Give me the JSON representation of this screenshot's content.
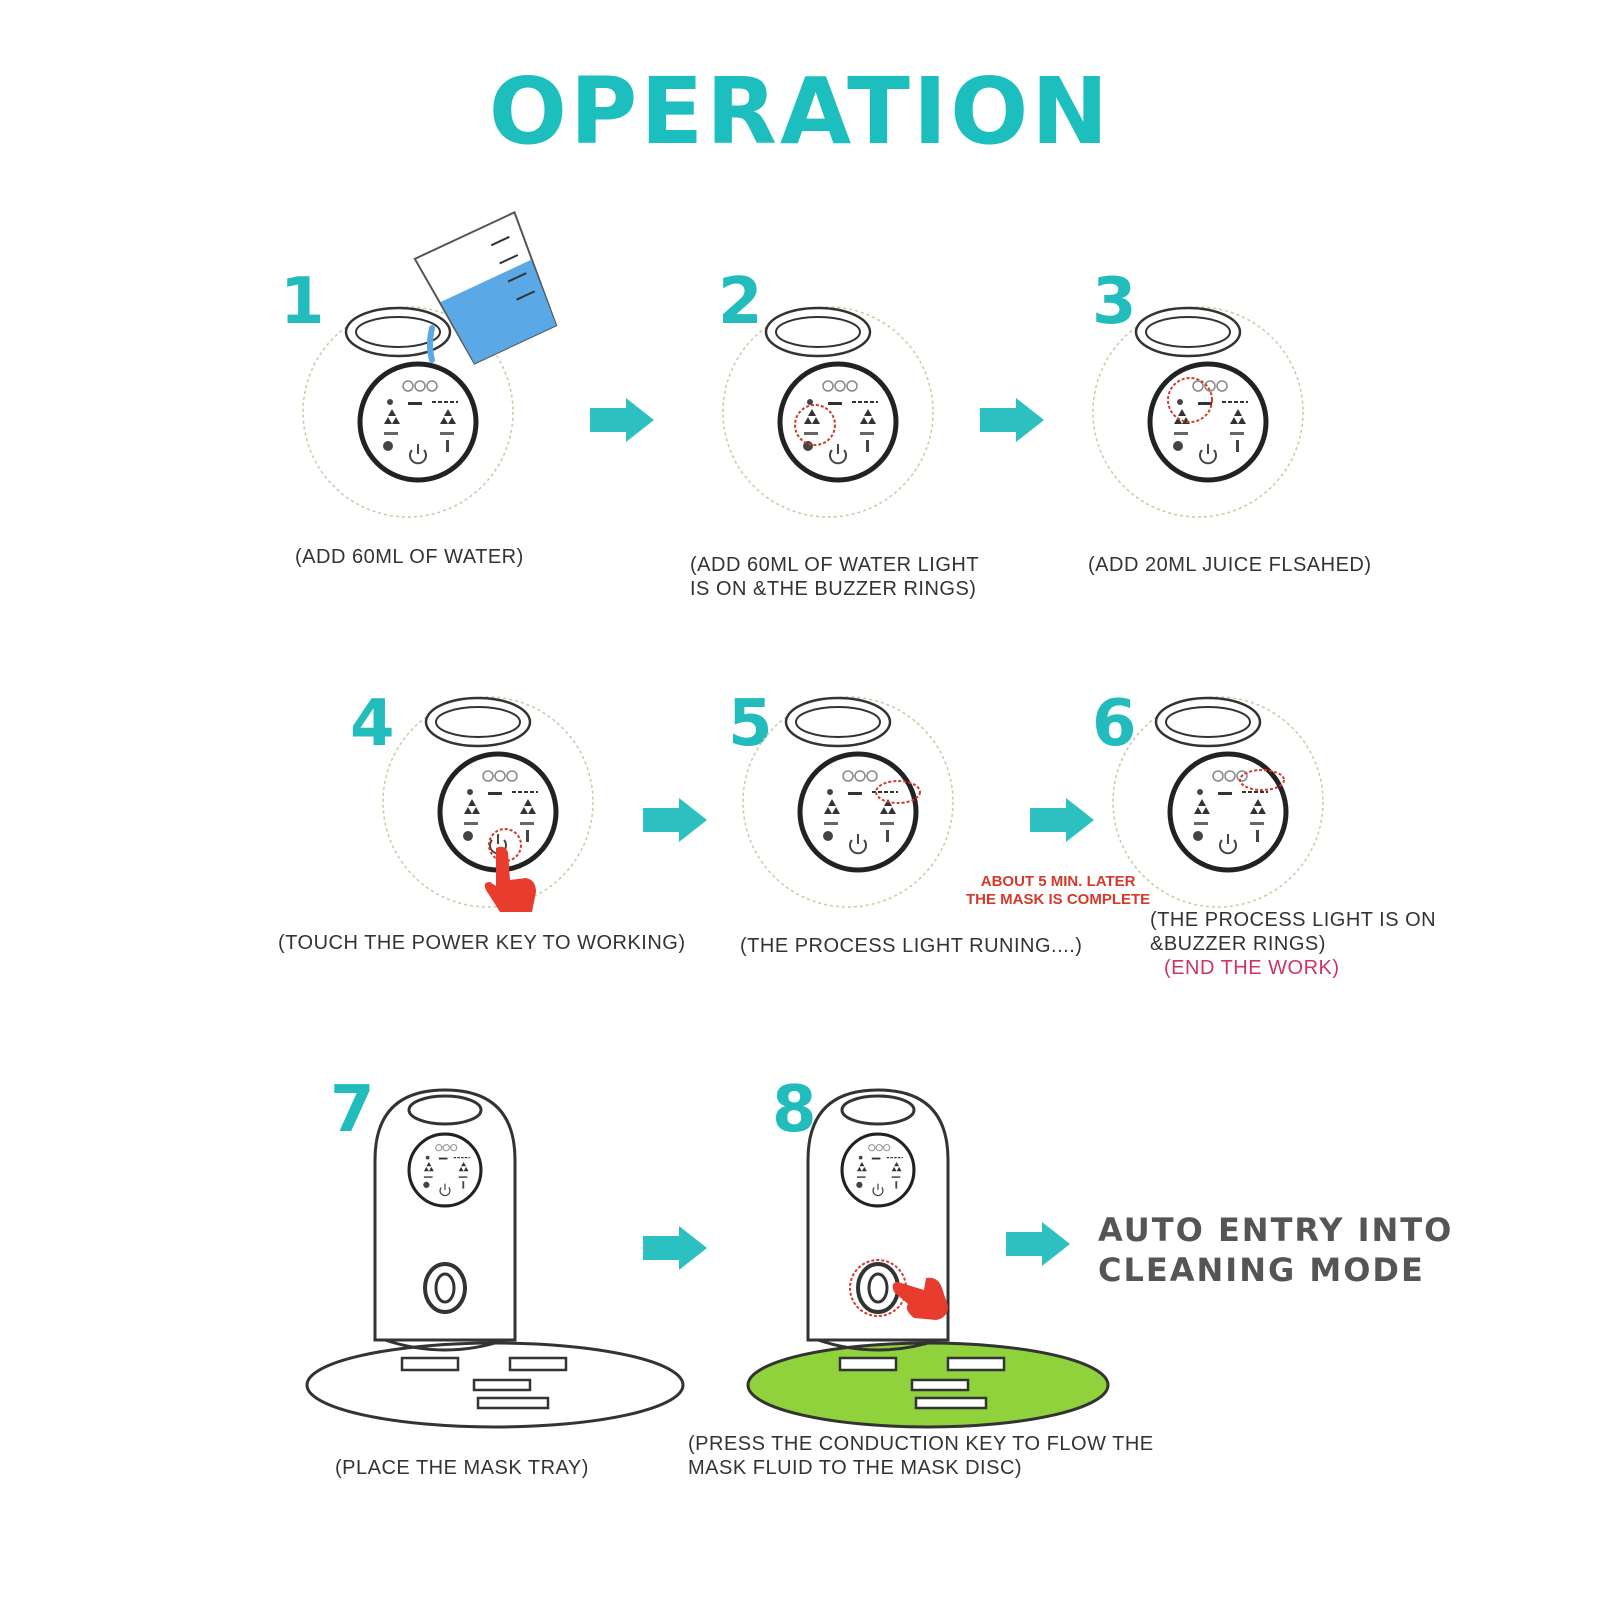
{
  "title": "OPERATION",
  "steps": [
    {
      "number": "1",
      "caption": "(ADD 60ML OF  WATER)"
    },
    {
      "number": "2",
      "caption_lines": [
        "(ADD 60ML OF WATER LIGHT",
        " IS ON &THE BUZZER  RINGS)"
      ]
    },
    {
      "number": "3",
      "caption": "(ADD 20ML JUICE FLSAHED)"
    },
    {
      "number": "4",
      "caption": "(TOUCH THE POWER KEY TO WORKING)"
    },
    {
      "number": "5",
      "caption": "(THE PROCESS  LIGHT RUNING....)"
    },
    {
      "number": "6",
      "caption_lines": [
        "(THE PROCESS  LIGHT IS ON",
        "&BUZZER RINGS)"
      ],
      "caption_end": "(END THE WORK)"
    },
    {
      "number": "7",
      "caption": "(PLACE THE MASK TRAY)"
    },
    {
      "number": "8",
      "caption_lines": [
        "(PRESS THE CONDUCTION KEY TO FLOW THE",
        "MASK FLUID TO THE MASK DISC)"
      ]
    }
  ],
  "note_5_6": [
    "ABOUT 5 MIN.  LATER",
    "THE MASK IS COMPLETE"
  ],
  "final_text": [
    "AUTO ENTRY INTO",
    "CLEANING  MODE"
  ],
  "colors": {
    "title": "#1cbfbd",
    "step_number": "#22bcbc",
    "arrow": "#2cc0c0",
    "highlight": "#d33a2c",
    "end_text": "#cc3366",
    "mask_fluid": "#8fd23c",
    "water": "#5aa9e6"
  },
  "icons": [
    "arrow-right-icon",
    "power-icon",
    "hand-pointer-icon",
    "measuring-cup-icon"
  ]
}
